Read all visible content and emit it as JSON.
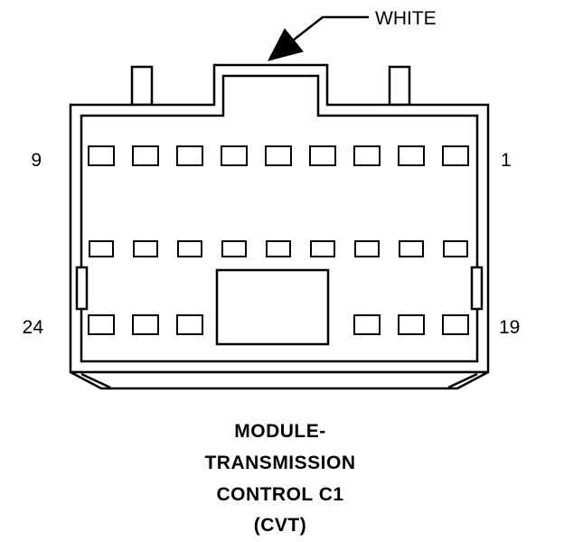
{
  "diagram": {
    "connector_color_label": "WHITE",
    "pin_labels": {
      "top_left": "9",
      "top_right": "1",
      "bottom_left": "24",
      "bottom_right": "19"
    },
    "caption": {
      "line1": "MODULE-",
      "line2": "TRANSMISSION",
      "line3": "CONTROL C1",
      "line4": "(CVT)"
    },
    "pins": {
      "top_row_count": 9,
      "middle_row_count": 9,
      "bottom_left_count": 3,
      "bottom_right_count": 3
    },
    "colors": {
      "line": "#000000",
      "background": "#ffffff"
    }
  }
}
